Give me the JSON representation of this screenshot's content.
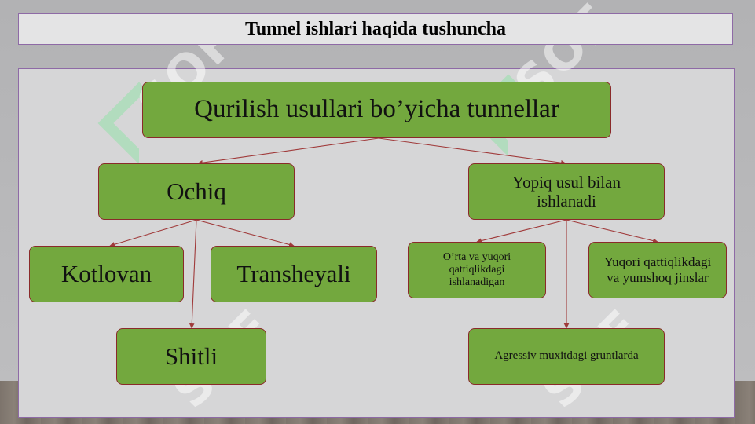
{
  "slide": {
    "title": "Tunnel ishlari haqida tushuncha",
    "watermark": "SOF"
  },
  "diagram": {
    "root": "Qurilish usullari bo’yicha tunnellar",
    "open_method": "Ochiq",
    "closed_method": "Yopiq usul bilan ishlanadi",
    "open_children": [
      "Kotlovan",
      "Transheyali",
      "Shitli"
    ],
    "closed_children": [
      "O’rta va yuqori qattiqlikdagi ishlanadigan",
      "Yuqori qattiqlikdagi va yumshoq jinslar",
      "Agressiv muxitdagi gruntlarda"
    ]
  },
  "colors": {
    "node_fill": "#73a83e",
    "node_border": "#8a2a2a",
    "connector": "#a03a3a",
    "frame_border": "#8e6aa6"
  }
}
